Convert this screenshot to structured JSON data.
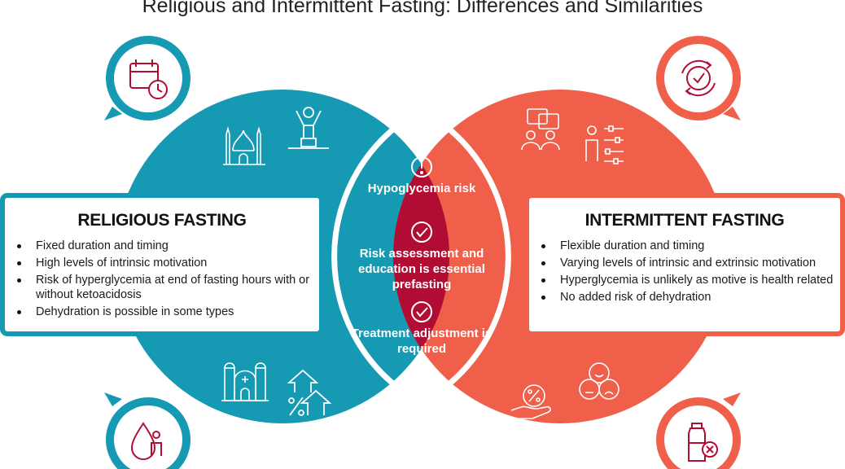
{
  "title": "Religious and Intermittent Fasting: Differences and Similarities",
  "colors": {
    "religious": "#1699b2",
    "intermittent": "#ef5f4a",
    "overlap": "#b10d34"
  },
  "religious": {
    "heading": "RELIGIOUS FASTING",
    "items": [
      "Fixed duration and timing",
      "High levels of intrinsic motivation",
      "Risk of hyperglycemia at end of fasting hours with or without ketoacidosis",
      "Dehydration is possible in some types"
    ],
    "icons": [
      "calendar-clock-icon",
      "mosque-icon",
      "person-on-podium-icon",
      "cathedral-icon",
      "percent-rising-arrows-icon",
      "blood-drop-person-icon"
    ]
  },
  "intermittent": {
    "heading": "INTERMITTENT FASTING",
    "items": [
      "Flexible duration and timing",
      "Varying levels of intrinsic and extrinsic motivation",
      "Hyperglycemia is unlikely as motive is health related",
      "No added risk of dehydration"
    ],
    "icons": [
      "clock-cycle-icon",
      "group-discussion-icon",
      "person-sliders-icon",
      "percent-hand-icon",
      "mood-faces-icon",
      "bottle-cross-icon"
    ]
  },
  "overlap": {
    "items": [
      "Hypoglycemia risk",
      "Risk assessment and education is essential prefasting",
      "Treatment adjustment is required"
    ],
    "icons": [
      "alert-icon",
      "check-icon",
      "check-icon"
    ]
  }
}
